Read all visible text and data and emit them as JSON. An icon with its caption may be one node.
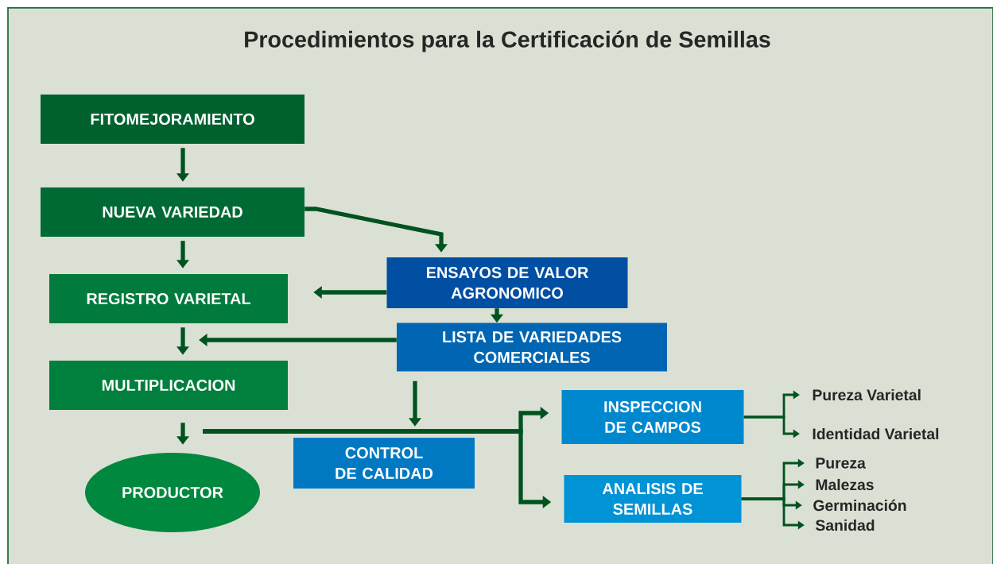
{
  "diagram": {
    "title": "Procedimientos para la Certificación de Semillas",
    "nodes": [
      {
        "text": [
          "FITOMEJORAMIENTO"
        ]
      },
      {
        "text": [
          "NUEVA VARIEDAD"
        ]
      },
      {
        "text": [
          "REGISTRO VARIETAL"
        ]
      },
      {
        "text": [
          "MULTIPLICACION"
        ]
      },
      {
        "text": [
          "PRODUCTOR"
        ]
      },
      {
        "text": [
          "ENSAYOS DE VALOR AGRONOMICO"
        ]
      },
      {
        "text": [
          "LISTA DE VARIEDADES COMERCIALES"
        ]
      },
      {
        "text": [
          "CONTROL DE CALIDAD"
        ]
      },
      {
        "text": [
          "INSPECCION DE CAMPOS"
        ]
      },
      {
        "text": [
          "ANALISIS DE SEMILLAS"
        ]
      },
      {
        "text": [
          "Pureza Varietal"
        ]
      },
      {
        "text": [
          "Identidad Varietal"
        ]
      },
      {
        "text": [
          "Pureza"
        ]
      },
      {
        "text": [
          "Malezas"
        ]
      },
      {
        "text": [
          "Germinación"
        ]
      },
      {
        "text": [
          "Sanidad"
        ]
      }
    ],
    "edges": [
      {
        "from": 0,
        "to": 1,
        "arrow": "to"
      },
      {
        "from": 1,
        "to": 2,
        "arrow": "to"
      },
      {
        "from": 1,
        "to": 5,
        "arrow": "to"
      },
      {
        "from": 5,
        "to": 2,
        "arrow": "to"
      },
      {
        "from": 5,
        "to": 6,
        "arrow": "to"
      },
      {
        "from": 6,
        "to": null,
        "arrow": "to"
      },
      {
        "from": 2,
        "to": 3,
        "arrow": "to"
      },
      {
        "from": 3,
        "to": 4,
        "arrow": "to"
      },
      {
        "from": 6,
        "to": 7,
        "arrow": "to"
      },
      {
        "from": null,
        "to": 8,
        "arrow": "to"
      },
      {
        "from": null,
        "to": 9,
        "arrow": "to"
      },
      {
        "from": 8,
        "to": 10,
        "arrow": "to"
      },
      {
        "from": 8,
        "to": 11,
        "arrow": "to"
      },
      {
        "from": 9,
        "to": 12,
        "arrow": "to"
      },
      {
        "from": 9,
        "to": 13,
        "arrow": "to"
      },
      {
        "from": 9,
        "to": 14,
        "arrow": "to"
      },
      {
        "from": 9,
        "to": 15,
        "arrow": "to"
      }
    ]
  }
}
